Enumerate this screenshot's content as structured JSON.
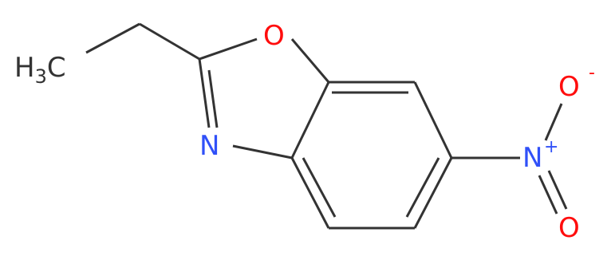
{
  "molecule": {
    "atoms": {
      "methyl": {
        "main": "H",
        "sub": "3",
        "tail": "C"
      },
      "ring_oxygen": "O",
      "ring_nitrogen": "N",
      "nitro_nitrogen": "N",
      "nitro_nitrogen_charge": "+",
      "nitro_oxygen_top": "O",
      "nitro_oxygen_top_charge": "-",
      "nitro_oxygen_bottom": "O"
    },
    "colors": {
      "bond": "#333333",
      "carbon_text": "#333333",
      "oxygen": "#ff0d0d",
      "nitrogen": "#3050f8"
    }
  }
}
